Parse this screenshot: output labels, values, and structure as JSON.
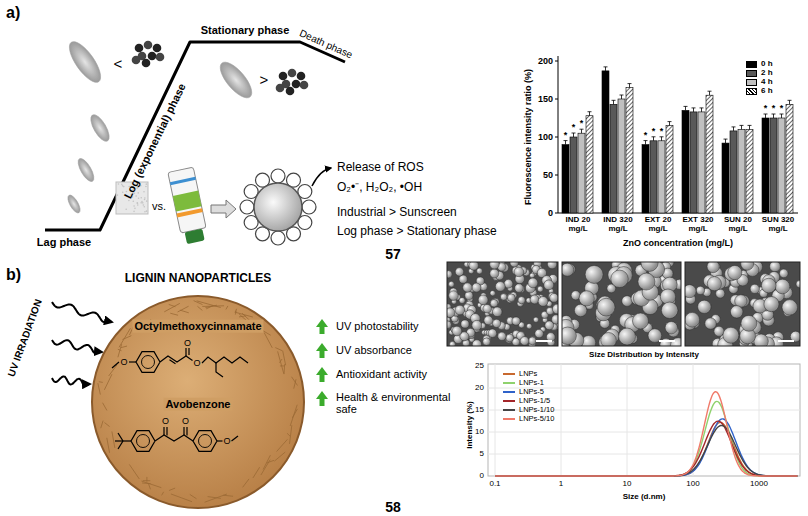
{
  "diagram": {
    "nodes": [
      {
        "text": [
          "LIGNIN NANOPARTICLES",
          "Octylmethoxycinnamate",
          "Avobenzone"
        ]
      }
    ],
    "labels": [
      "a)",
      "Stationary phase",
      "Death phase",
      "Log (exponential) phase",
      "Lag phase",
      "<",
      ">",
      "vs.",
      "Release of ROS",
      "O₂•⁻, H₂O₂, •OH",
      "Industrial > Sunscreen",
      "Log phase > Stationary phase",
      "Fluorescence intensity ratio (%)",
      "200",
      "150",
      "100",
      "50",
      "0",
      "IND 20 mg/L",
      "IND 320 mg/L",
      "EXT 20 mg/L",
      "EXT 320 mg/L",
      "SUN 20 mg/L",
      "SUN 320 mg/L",
      "ZnO concentration (mg/L)",
      "*",
      "*",
      "*",
      "*",
      "*",
      "*",
      "*",
      "*",
      "*",
      "57",
      "b)",
      "UV IRRADIATION",
      "UV photostability",
      "UV absorbance",
      "Antioxidant activity",
      "Health & environmental safe",
      "Size Distribution by Intensity",
      "Intensity (%)",
      "25",
      "20",
      "15",
      "10",
      "5",
      "0",
      "0.1",
      "1",
      "10",
      "100",
      "1000",
      "Size (d.nm)",
      "58",
      "O",
      "O",
      "O",
      "O",
      "O",
      "O"
    ],
    "legend": [
      {
        "text": "0 h",
        "color": "#000000"
      },
      {
        "text": "2 h",
        "color": "#595959"
      },
      {
        "text": "4 h",
        "color": "#c0c0c0"
      },
      {
        "text": "6 h"
      },
      {
        "text": "LNPs"
      },
      {
        "text": "LNPs-1"
      },
      {
        "text": "LNPs-5"
      },
      {
        "text": "LNPs-1/5"
      },
      {
        "text": "LNPs-1/10"
      },
      {
        "text": "LNPs-5/10"
      }
    ]
  }
}
